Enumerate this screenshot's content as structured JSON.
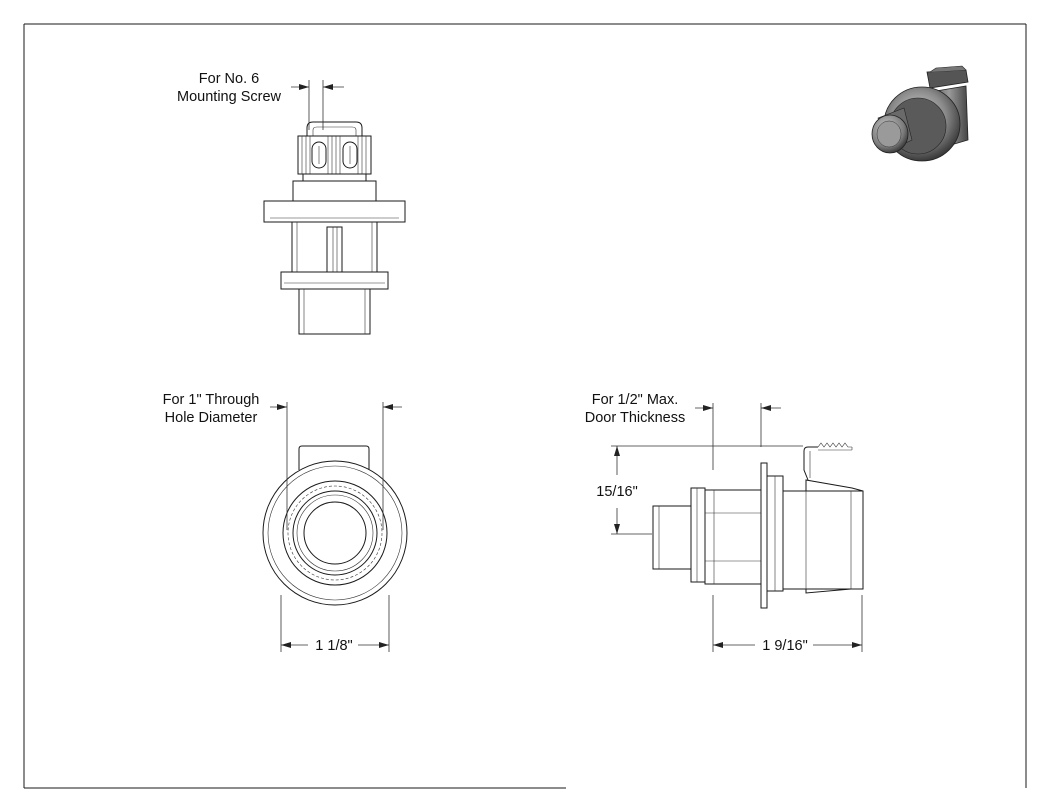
{
  "labels": {
    "screw_line1": "For No. 6",
    "screw_line2": "Mounting Screw",
    "hole_line1": "For 1\" Through",
    "hole_line2": "Hole Diameter",
    "door_line1": "For 1/2\" Max.",
    "door_line2": "Door Thickness",
    "dim_height": "15/16\"",
    "dim_width_front": "1 1/8\"",
    "dim_length_side": "1 9/16\""
  },
  "colors": {
    "line": "#1a1a1a",
    "paper": "#ffffff",
    "render_dark": "#3a3a3a",
    "render_mid": "#8a8a8a",
    "render_light": "#d0d0d0"
  },
  "views": [
    "top-view",
    "front-view",
    "side-view",
    "iso-render"
  ]
}
